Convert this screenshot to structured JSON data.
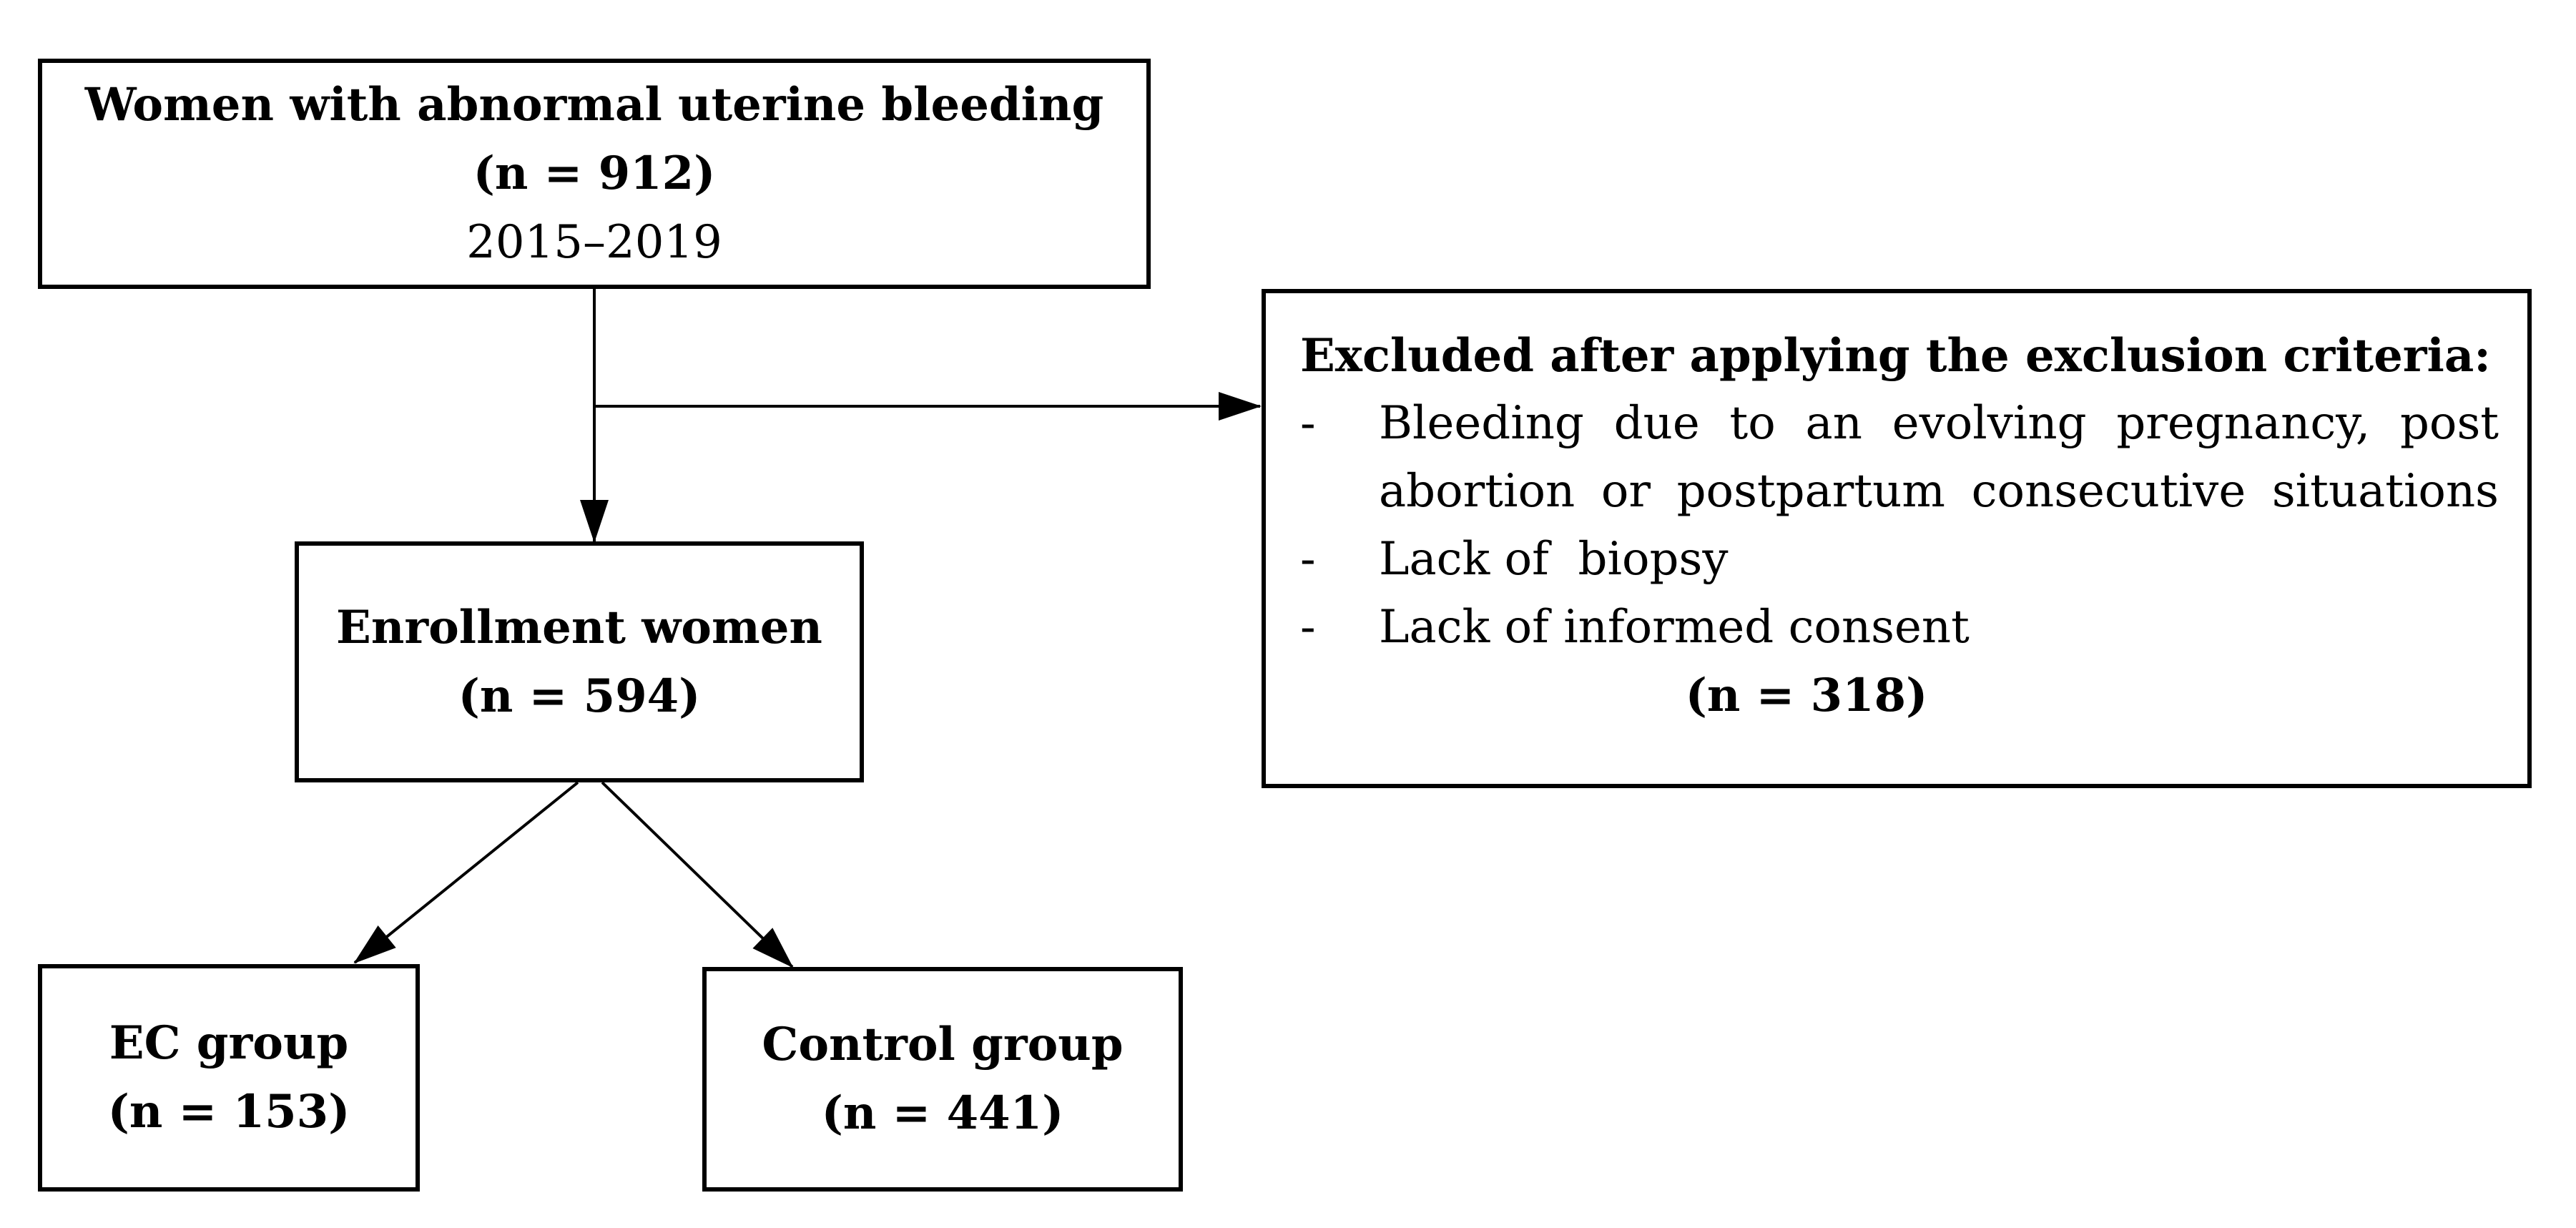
{
  "diagram": {
    "source_box": {
      "title": "Women with abnormal uterine bleeding",
      "count": "(n = 912)",
      "period": "2015–2019"
    },
    "enrollment_box": {
      "title": "Enrollment women",
      "count": "(n = 594)"
    },
    "exclusion_box": {
      "heading": "Excluded after applying the exclusion criteria:",
      "bullet_char": "-",
      "items": [
        "Bleeding due to an evolving pregnancy, post\nabortion or postpartum consecutive situations",
        "Lack of  biopsy",
        "Lack of informed consent"
      ],
      "count": "(n = 318)"
    },
    "ec_box": {
      "title": "EC group",
      "count": "(n = 153)"
    },
    "control_box": {
      "title": "Control group",
      "count": "(n = 441)"
    },
    "colors": {
      "line": "#000000",
      "text": "#000000",
      "background": "#ffffff"
    }
  }
}
